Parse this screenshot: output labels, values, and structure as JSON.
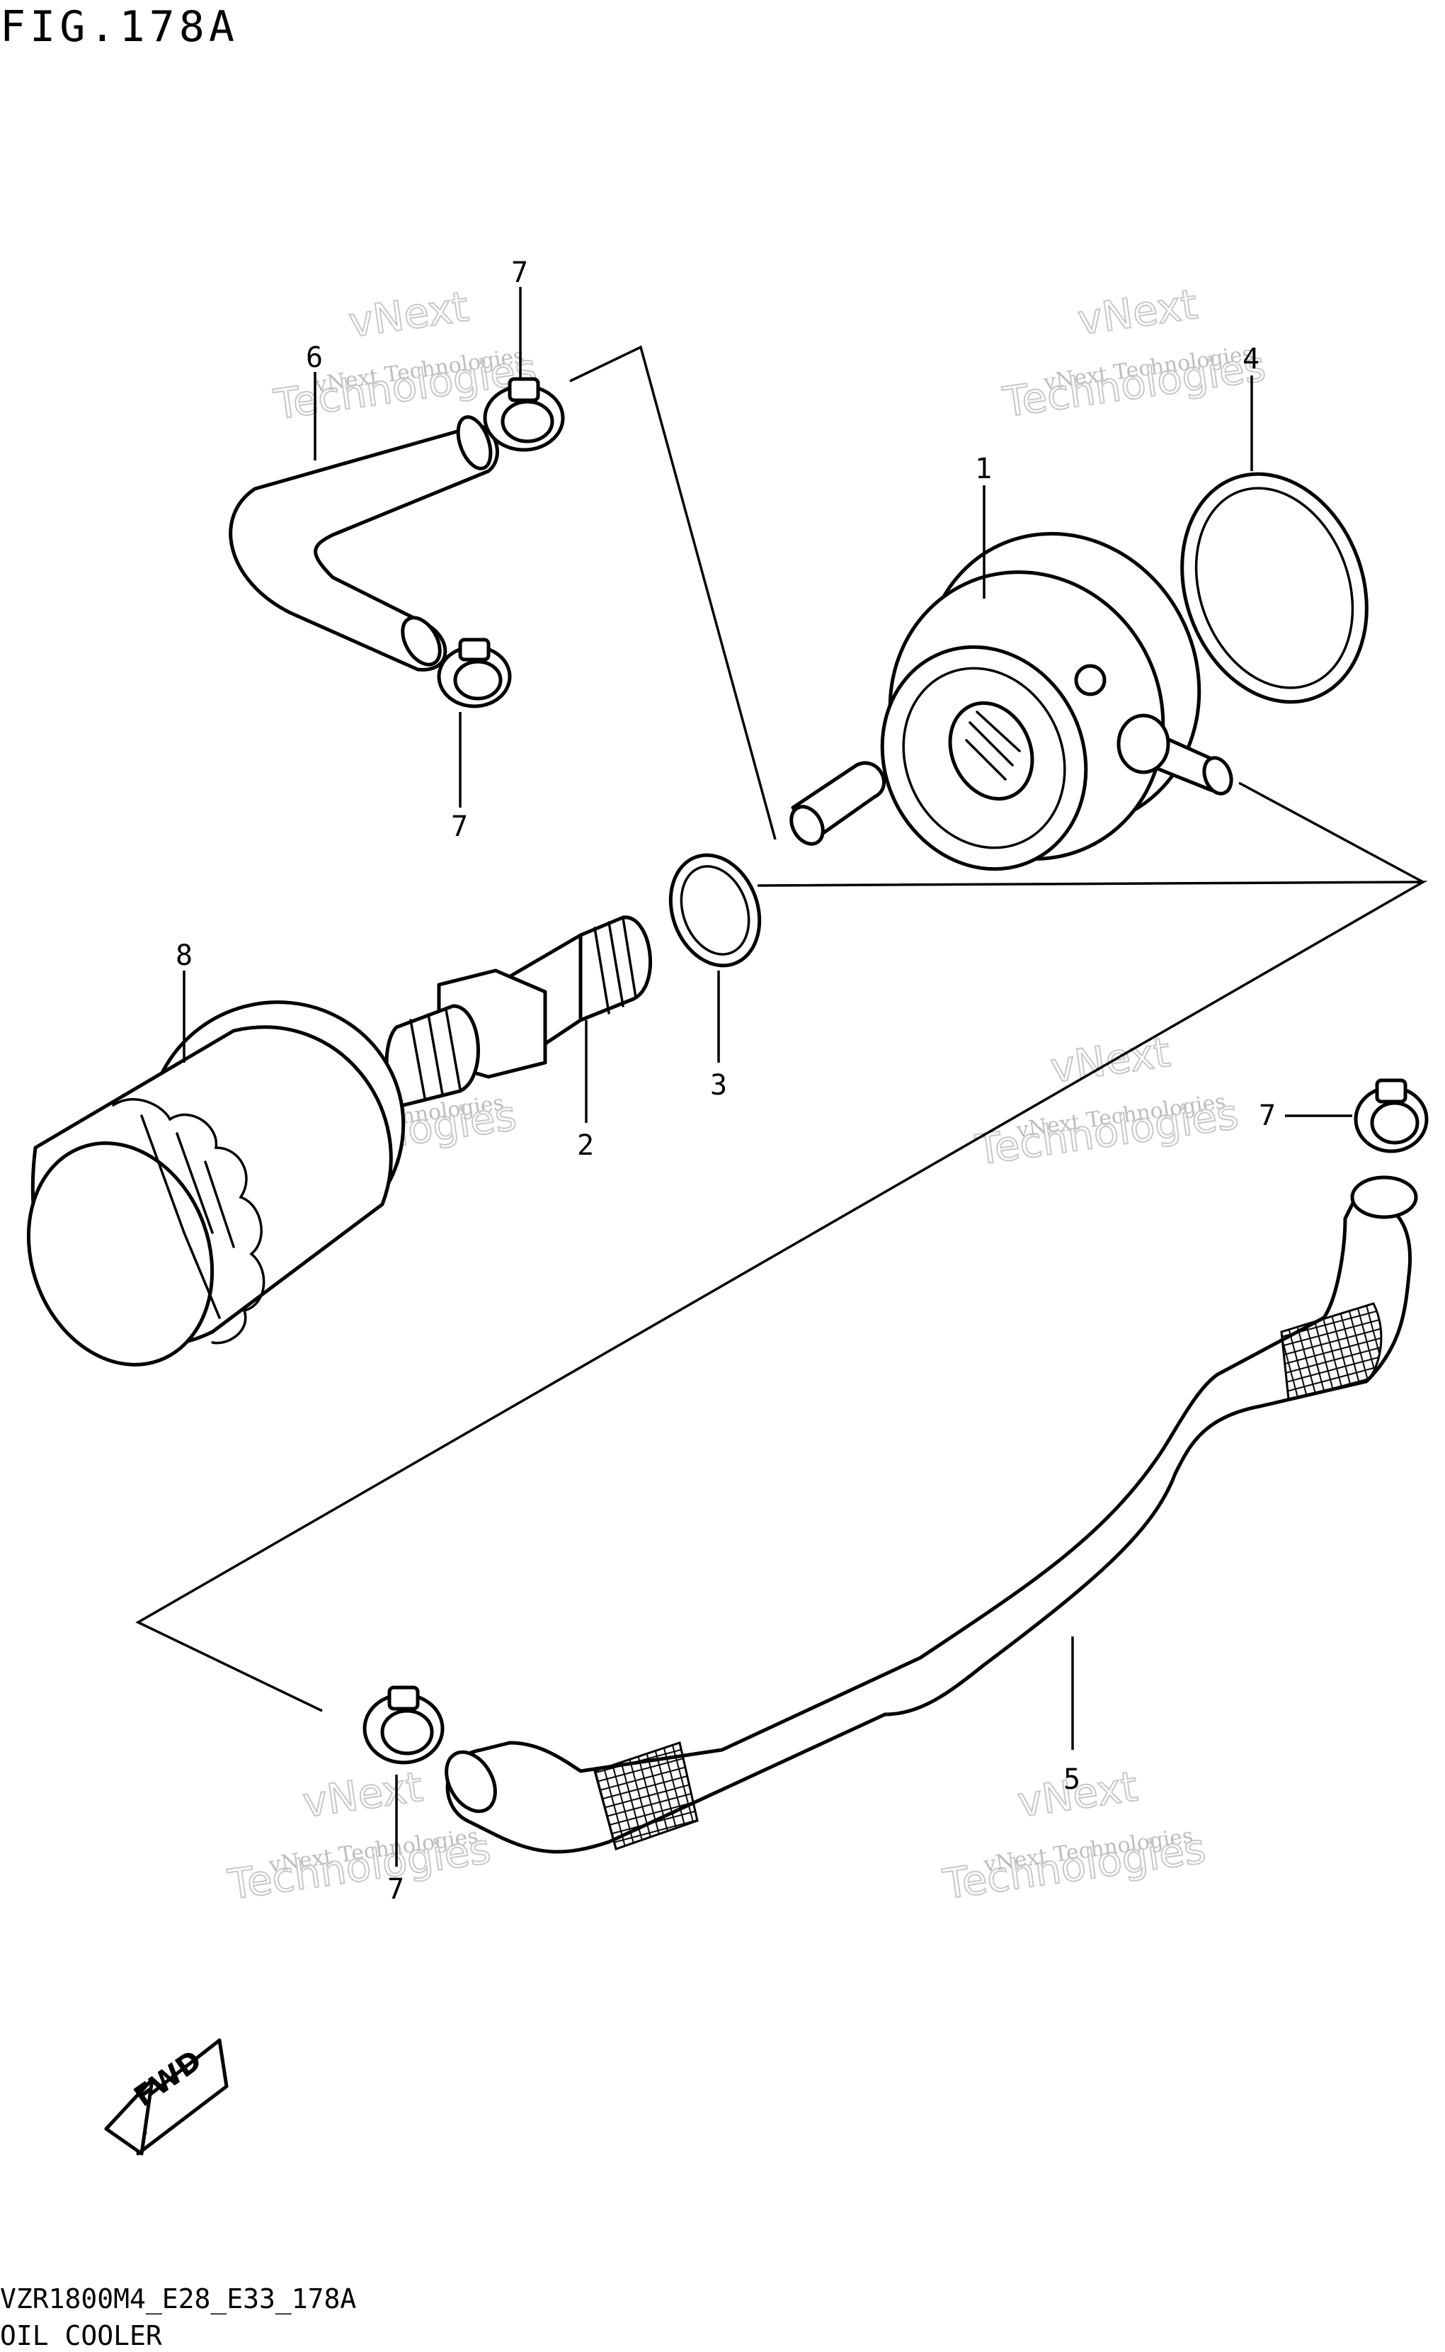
{
  "figure": {
    "title": "FIG.178A",
    "diagram_code": "VZR1800M4_E28_E33_178A",
    "section_name": "OIL COOLER"
  },
  "callouts": {
    "part_1": "1",
    "part_2": "2",
    "part_3": "3",
    "part_4": "4",
    "part_5": "5",
    "part_6": "6",
    "part_7a": "7",
    "part_7b": "7",
    "part_7c": "7",
    "part_7d": "7",
    "part_8": "8"
  },
  "watermark": {
    "line1": "vNext Technologies",
    "line2": "vNext",
    "line3": "Technologies"
  },
  "fwd_label": "FWD"
}
